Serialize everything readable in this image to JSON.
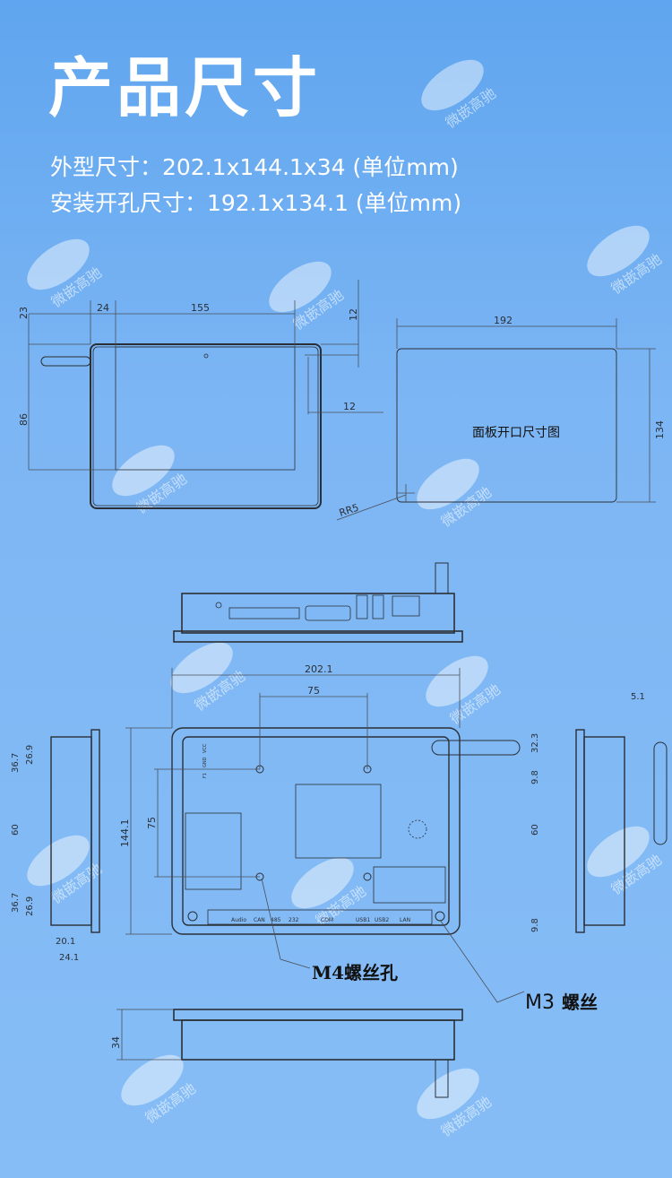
{
  "header": {
    "title": "产品尺寸",
    "spec_outer": "外型尺寸：202.1x144.1x34 (单位mm)",
    "spec_cutout": "安装开孔尺寸：192.1x134.1 (单位mm)"
  },
  "watermark": {
    "text": "微嵌高驰"
  },
  "front_view": {
    "dims": {
      "top_offset": "23",
      "left_offset": "24",
      "width": "155",
      "right_top": "12",
      "right_side": "12",
      "height": "86",
      "radius": "RR5"
    }
  },
  "cutout_view": {
    "label": "面板开口尺寸图",
    "width": "192",
    "height": "134"
  },
  "back_view": {
    "width": "202.1",
    "hole_spacing_x": "75",
    "height": "144.1",
    "hole_spacing_y": "75",
    "ports": [
      "Audio",
      "CAN",
      "485",
      "232",
      "COM",
      "USB1",
      "USB2",
      "LAN"
    ],
    "switch_labels": [
      "F1",
      "GND",
      "VCC"
    ]
  },
  "left_side_view": {
    "dims": [
      "36.7",
      "26.9",
      "60",
      "36.7",
      "26.9",
      "20.1",
      "24.1"
    ]
  },
  "right_side_view": {
    "dims": [
      "5.1",
      "32.3",
      "9.8",
      "60",
      "9.8"
    ]
  },
  "bottom_view": {
    "height": "34"
  },
  "callouts": {
    "m4": "M4螺丝孔",
    "m3_prefix": "M3",
    "m3_suffix": "螺丝"
  }
}
